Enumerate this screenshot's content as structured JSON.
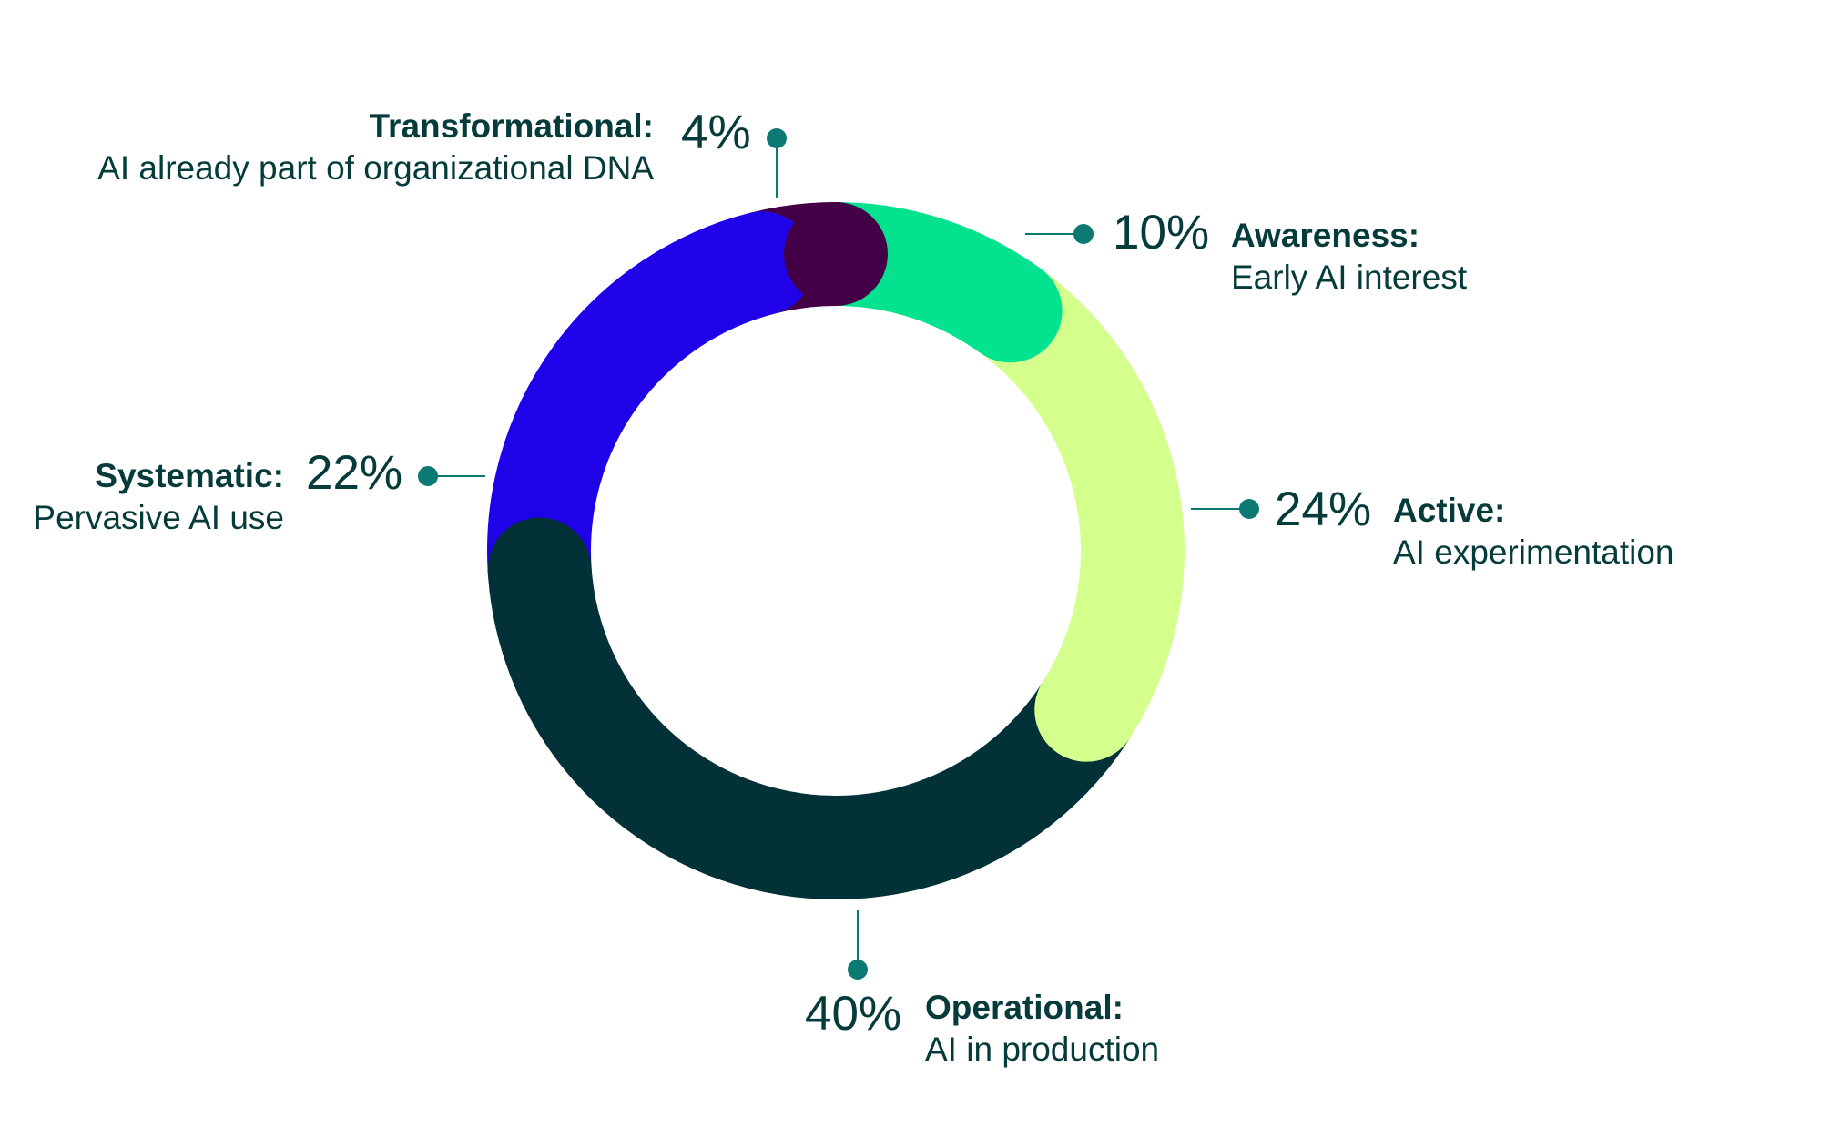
{
  "chart_data": {
    "type": "pie",
    "variant": "donut",
    "grid": false,
    "legend": "none",
    "series": [
      {
        "name": "Stages",
        "values": [
          {
            "label": "Awareness:",
            "description": "Early AI interest",
            "value": 10,
            "value_label": "10%",
            "color": "#03e38f"
          },
          {
            "label": "Active:",
            "description": "AI experimentation",
            "value": 24,
            "value_label": "24%",
            "color": "#d4ff8c"
          },
          {
            "label": "Operational:",
            "description": "AI in production",
            "value": 40,
            "value_label": "40%",
            "color": "#023137"
          },
          {
            "label": "Systematic:",
            "description": "Pervasive AI use",
            "value": 22,
            "value_label": "22%",
            "color": "#2002e8"
          },
          {
            "label": "Transformational:",
            "description": "AI already part of organizational DNA",
            "value": 4,
            "value_label": "4%",
            "color": "#440046"
          }
        ]
      }
    ],
    "connector_color": "#0c7a72"
  }
}
